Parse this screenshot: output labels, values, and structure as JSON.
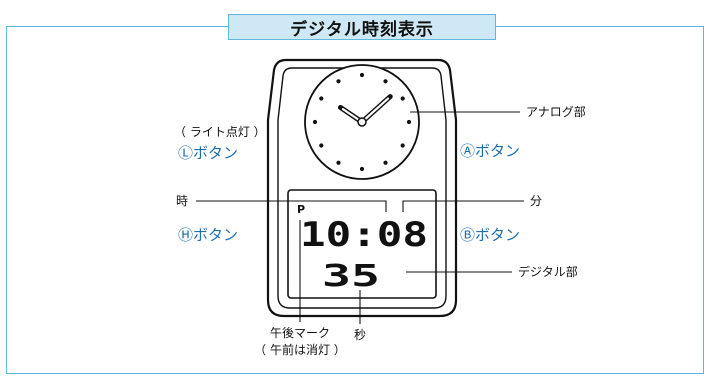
{
  "title": "デジタル時刻表示",
  "labels": {
    "light_note": "（ ライト点灯 ）",
    "l_button": "Ⓛボタン",
    "h_button": "Ⓗボタン",
    "a_button": "Ⓐボタン",
    "b_button": "Ⓑボタン",
    "hour": "時",
    "minute": "分",
    "analog": "アナログ部",
    "digital": "デジタル部",
    "pm_mark": "午後マーク",
    "am_note": "（ 午前は消灯 ）",
    "second": "秒"
  },
  "display": {
    "pm_indicator": "P",
    "time": "10:08",
    "seconds": "35"
  },
  "analog_time": {
    "hour": 10,
    "minute": 8
  },
  "colors": {
    "frame": "#5fb7dc",
    "tab": "#cfe8f6",
    "ink": "#111111"
  }
}
